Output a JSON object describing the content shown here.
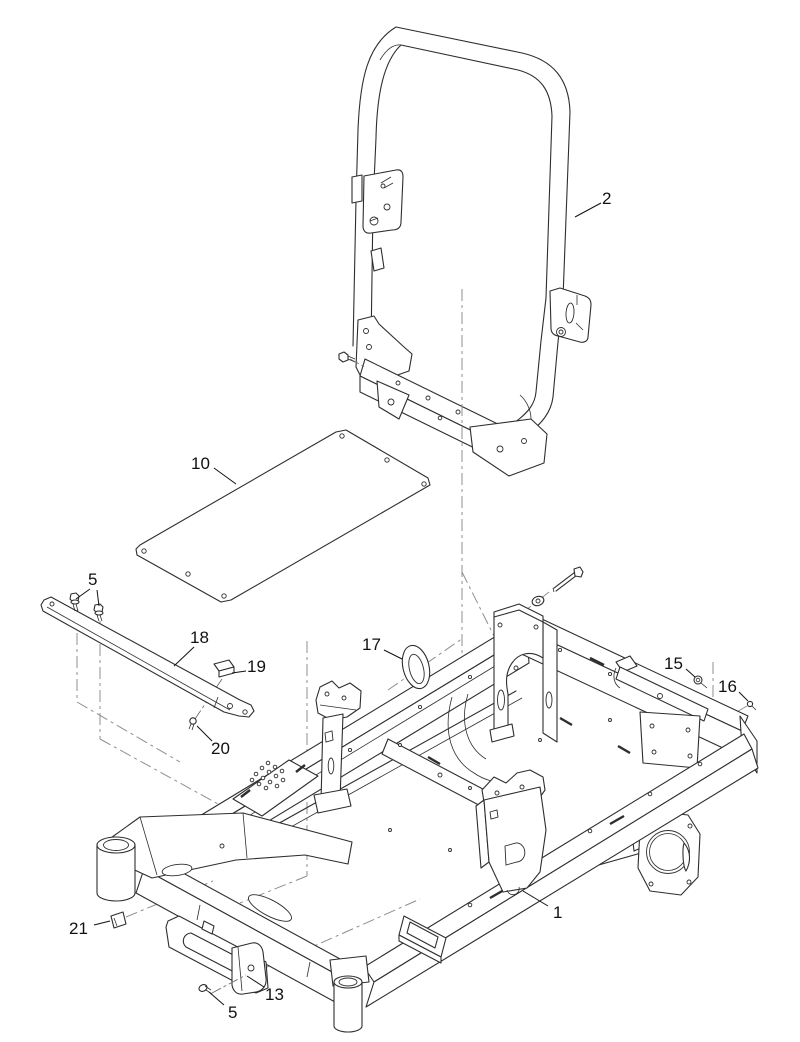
{
  "figure": {
    "kind": "exploded-parts-line-diagram",
    "background_color": "#ffffff",
    "line_color": "#2e2e2e",
    "centerline_color": "#8f8f8f",
    "label_color": "#111111",
    "callouts": [
      {
        "label": "2"
      },
      {
        "label": "10"
      },
      {
        "label": "5"
      },
      {
        "label": "18"
      },
      {
        "label": "19"
      },
      {
        "label": "20"
      },
      {
        "label": "17"
      },
      {
        "label": "15"
      },
      {
        "label": "16"
      },
      {
        "label": "1"
      },
      {
        "label": "21"
      },
      {
        "label": "13"
      },
      {
        "label": "5"
      }
    ]
  }
}
